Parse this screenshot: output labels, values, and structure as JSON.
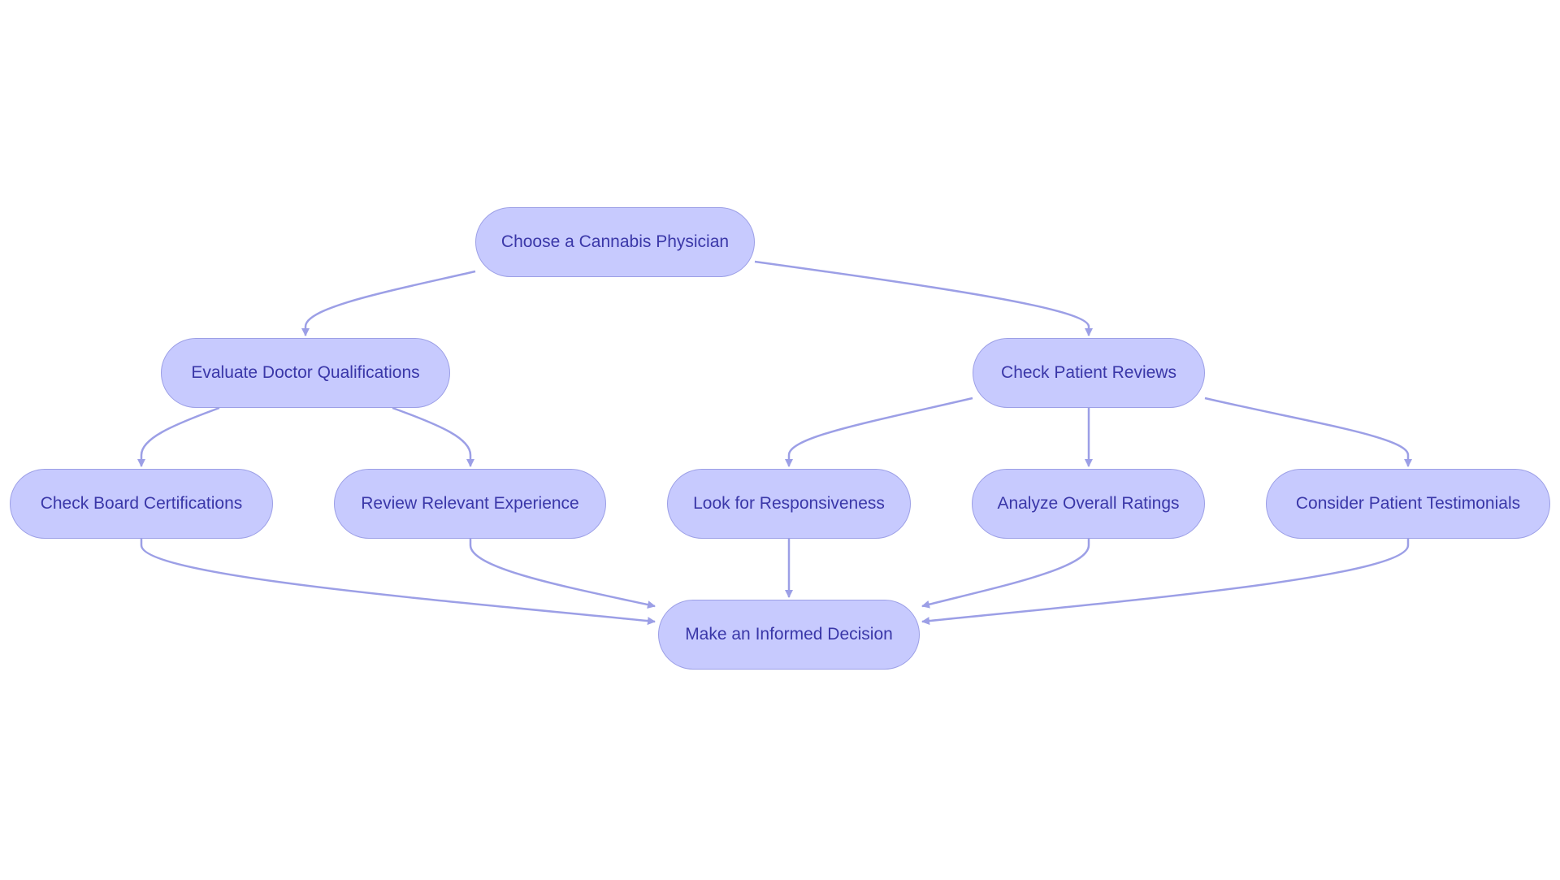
{
  "colors": {
    "node_fill": "#c7cafe",
    "node_border": "#9c9fe6",
    "node_text": "#3a37a8",
    "edge": "#9c9fe6",
    "background": "#ffffff"
  },
  "nodes": {
    "choose": {
      "label": "Choose a Cannabis Physician"
    },
    "evaluate": {
      "label": "Evaluate Doctor Qualifications"
    },
    "reviews": {
      "label": "Check Patient Reviews"
    },
    "board": {
      "label": "Check Board Certifications"
    },
    "experience": {
      "label": "Review Relevant Experience"
    },
    "responsiveness": {
      "label": "Look for Responsiveness"
    },
    "ratings": {
      "label": "Analyze Overall Ratings"
    },
    "testimonials": {
      "label": "Consider Patient Testimonials"
    },
    "decision": {
      "label": "Make an Informed Decision"
    }
  },
  "edges": [
    {
      "from": "choose",
      "to": "evaluate"
    },
    {
      "from": "choose",
      "to": "reviews"
    },
    {
      "from": "evaluate",
      "to": "board"
    },
    {
      "from": "evaluate",
      "to": "experience"
    },
    {
      "from": "reviews",
      "to": "responsiveness"
    },
    {
      "from": "reviews",
      "to": "ratings"
    },
    {
      "from": "reviews",
      "to": "testimonials"
    },
    {
      "from": "board",
      "to": "decision"
    },
    {
      "from": "experience",
      "to": "decision"
    },
    {
      "from": "responsiveness",
      "to": "decision"
    },
    {
      "from": "ratings",
      "to": "decision"
    },
    {
      "from": "testimonials",
      "to": "decision"
    }
  ]
}
